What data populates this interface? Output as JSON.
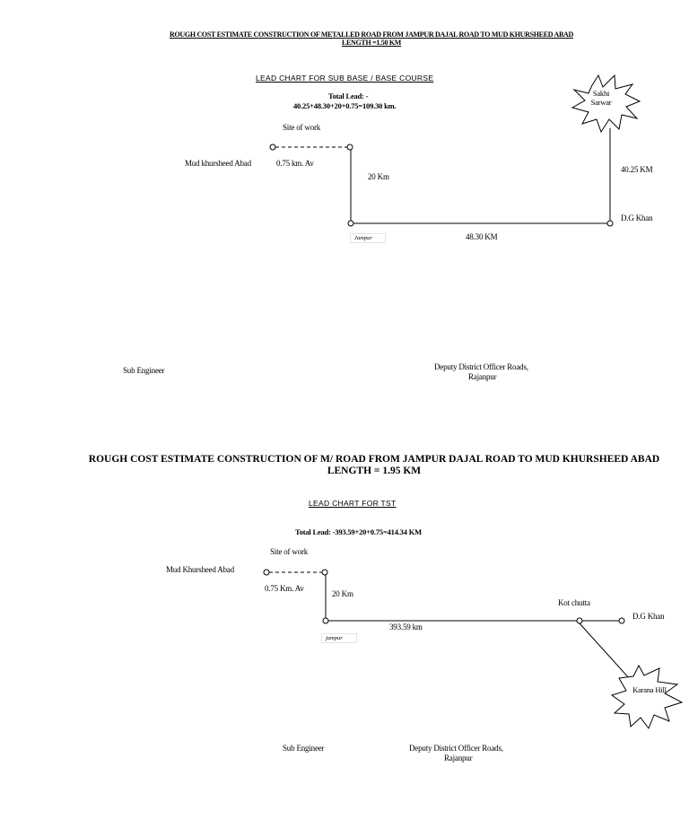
{
  "section1": {
    "title_line1": "ROUGH COST ESTIMATE CONSTRUCTION OF METALLED ROAD FROM JAMPUR DAJAL ROAD TO MUD KHURSHEED ABAD",
    "title_line2": "LENGTH =1.50 KM",
    "chart_title": "LEAD CHART FOR SUB BASE / BASE COURSE",
    "total_lead_label": "Total Lead: -",
    "total_lead_formula": "40.25+48.30+20+0.75=109.30 km.",
    "site_of_work": "Site of work",
    "mud_khursheed": "Mud khursheed Abad",
    "dist_075": "0.75 km. Av",
    "dist_20": "20 Km",
    "jampur": "Jampur",
    "dist_4830": "48.30 KM",
    "dist_4025": "40.25 KM",
    "dg_khan": "D.G Khan",
    "source": "Sakhi Sarwar",
    "sub_engineer": "Sub Engineer",
    "ddo_line1": "Deputy District Officer Roads,",
    "ddo_line2": "Rajanpur"
  },
  "section2": {
    "title_line1": "ROUGH COST ESTIMATE CONSTRUCTION OF M/ ROAD FROM JAMPUR DAJAL ROAD TO MUD KHURSHEED ABAD",
    "title_line2": "LENGTH = 1.95 KM",
    "chart_title": "LEAD CHART FOR TST",
    "total_lead": "Total Lead: -393.59+20+0.75=414.34 KM",
    "site_of_work": "Site of work",
    "mud_khursheed": "Mud Khursheed Abad",
    "dist_075": "0.75 Km. Av",
    "dist_20": "20 Km",
    "jampur": "jampur",
    "dist_39359": "393.59 km",
    "kot_chutta": "Kot chutta",
    "dg_khan": "D.G Khan",
    "source": "Karana Hill",
    "sub_engineer": "Sub Engineer",
    "ddo_line1": "Deputy District Officer Roads,",
    "ddo_line2": "Rajanpur"
  }
}
